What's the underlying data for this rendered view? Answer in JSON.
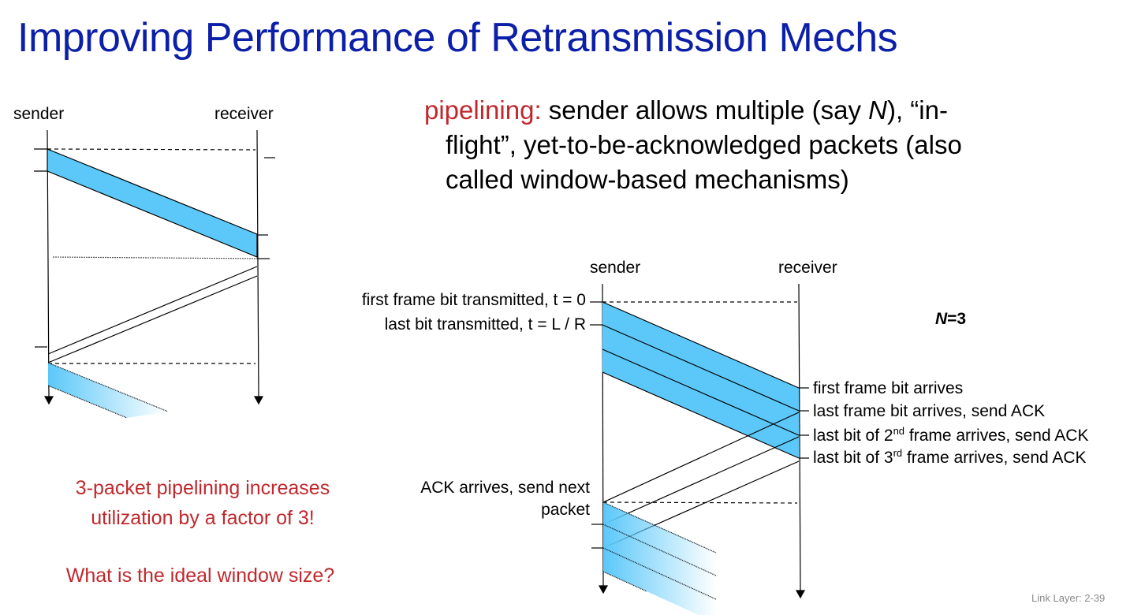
{
  "title": "Improving Performance of  Retransmission Mechs",
  "bullet": {
    "keyword": "pipelining:",
    "line1_rest_a": " sender allows multiple (say ",
    "line1_italic": "N",
    "line1_rest_b": "), “in-",
    "line2": "flight”, yet-to-be-acknowledged packets (also",
    "line3": "called window-based mechanisms)"
  },
  "left_diagram": {
    "sender": "sender",
    "receiver": "receiver"
  },
  "right_diagram": {
    "sender": "sender",
    "receiver": "receiver",
    "n_label_italic": "N",
    "n_label_rest": "=3",
    "left_labels": [
      "first frame bit transmitted, t = 0",
      "last bit transmitted, t = L / R"
    ],
    "ack_label_line1": "ACK arrives, send next",
    "ack_label_line2": "packet",
    "right_labels": {
      "first": "first frame bit arrives",
      "second": "last frame bit arrives, send ACK",
      "third_a": "last bit of 2",
      "third_sup": "nd",
      "third_b": " frame arrives, send ACK",
      "fourth_a": "last bit of 3",
      "fourth_sup": "rd",
      "fourth_b": " frame arrives, send ACK"
    }
  },
  "notes": [
    "3-packet pipelining increases",
    "utilization by a factor of 3!",
    "What is the ideal window size?"
  ],
  "footer": "Link Layer: 2-39",
  "colors": {
    "title": "#0c1fa8",
    "accent_red": "#c0282d",
    "packet_blue": "#5bc8f9"
  }
}
